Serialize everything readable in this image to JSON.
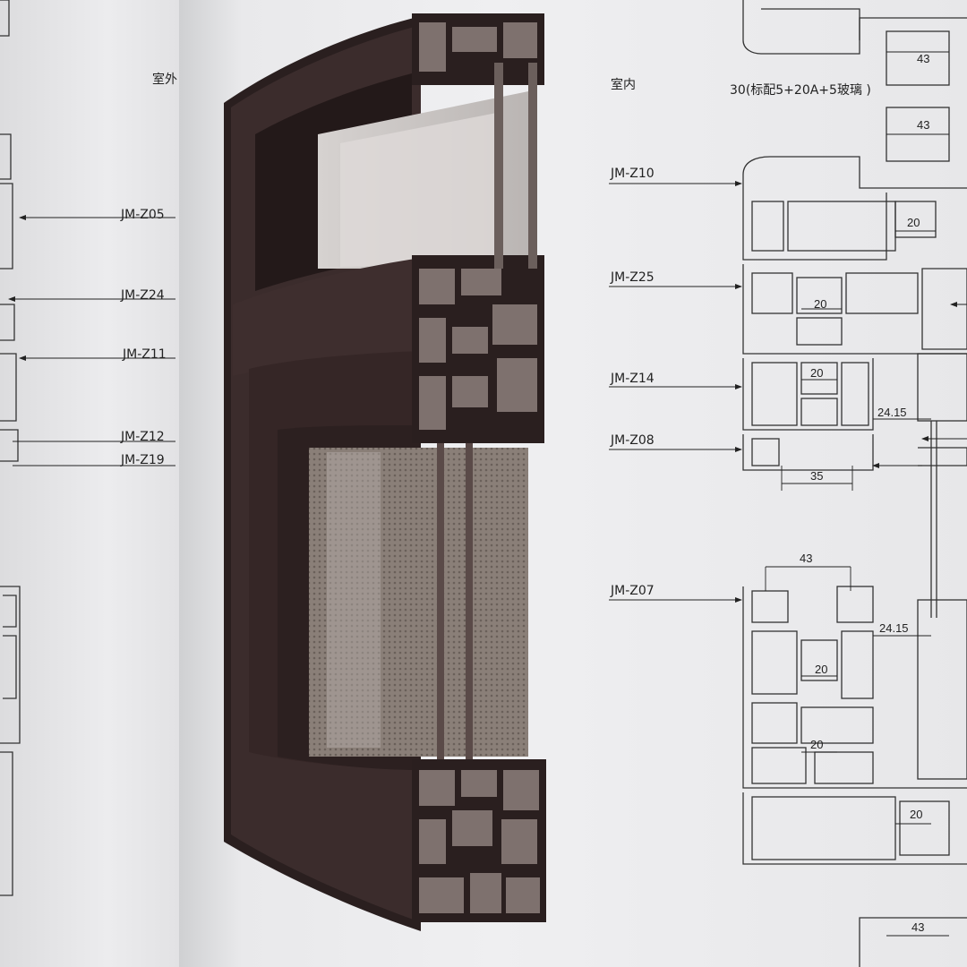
{
  "labels": {
    "outdoor": "室外",
    "indoor": "室内",
    "glass_spec": "30(标配5+20A+5玻璃 )"
  },
  "left_callouts": [
    "JM-Z05",
    "JM-Z24",
    "JM-Z11",
    "JM-Z12",
    "JM-Z19"
  ],
  "right_callouts": [
    "JM-Z10",
    "JM-Z25",
    "JM-Z14",
    "JM-Z08",
    "JM-Z07"
  ],
  "dimensions": {
    "d43_top": "43",
    "d43_second": "43",
    "d20_a": "20",
    "d20_b": "20",
    "d20_c": "20",
    "d24_15_a": "24.15",
    "d35": "35",
    "d43_mid": "43",
    "d24_15_b": "24.15",
    "d20_d": "20",
    "d20_e": "20",
    "d20_f": "20",
    "d43_bottom": "43"
  },
  "colors": {
    "profile": "#3a2a2a",
    "profile_dark": "#221818",
    "paper": "#ececee",
    "line": "#333333"
  }
}
